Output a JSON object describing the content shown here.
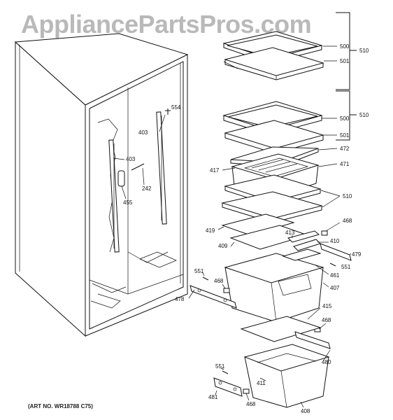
{
  "watermark": "AppliancePartsPros.com",
  "art_number": "(ART NO. WR18788 C75)",
  "callouts": {
    "c500a": "500",
    "c501a": "501",
    "c510a": "510",
    "c500b": "500",
    "c501b": "501",
    "c510b": "510",
    "c472": "472",
    "c471": "471",
    "c417": "417",
    "c510c": "510",
    "c554": "554",
    "c403a": "403",
    "c403b": "403",
    "c242": "242",
    "c455": "455",
    "c468a": "468",
    "c419": "419",
    "c413": "413",
    "c410": "410",
    "c409": "409",
    "c479": "479",
    "c551a": "551",
    "c461": "461",
    "c551b": "551",
    "c468b": "468",
    "c407": "407",
    "c478": "478",
    "c415": "415",
    "c468c": "468",
    "c480": "480",
    "c551c": "551",
    "c411": "411",
    "c481": "481",
    "c468d": "468",
    "c408": "408"
  }
}
